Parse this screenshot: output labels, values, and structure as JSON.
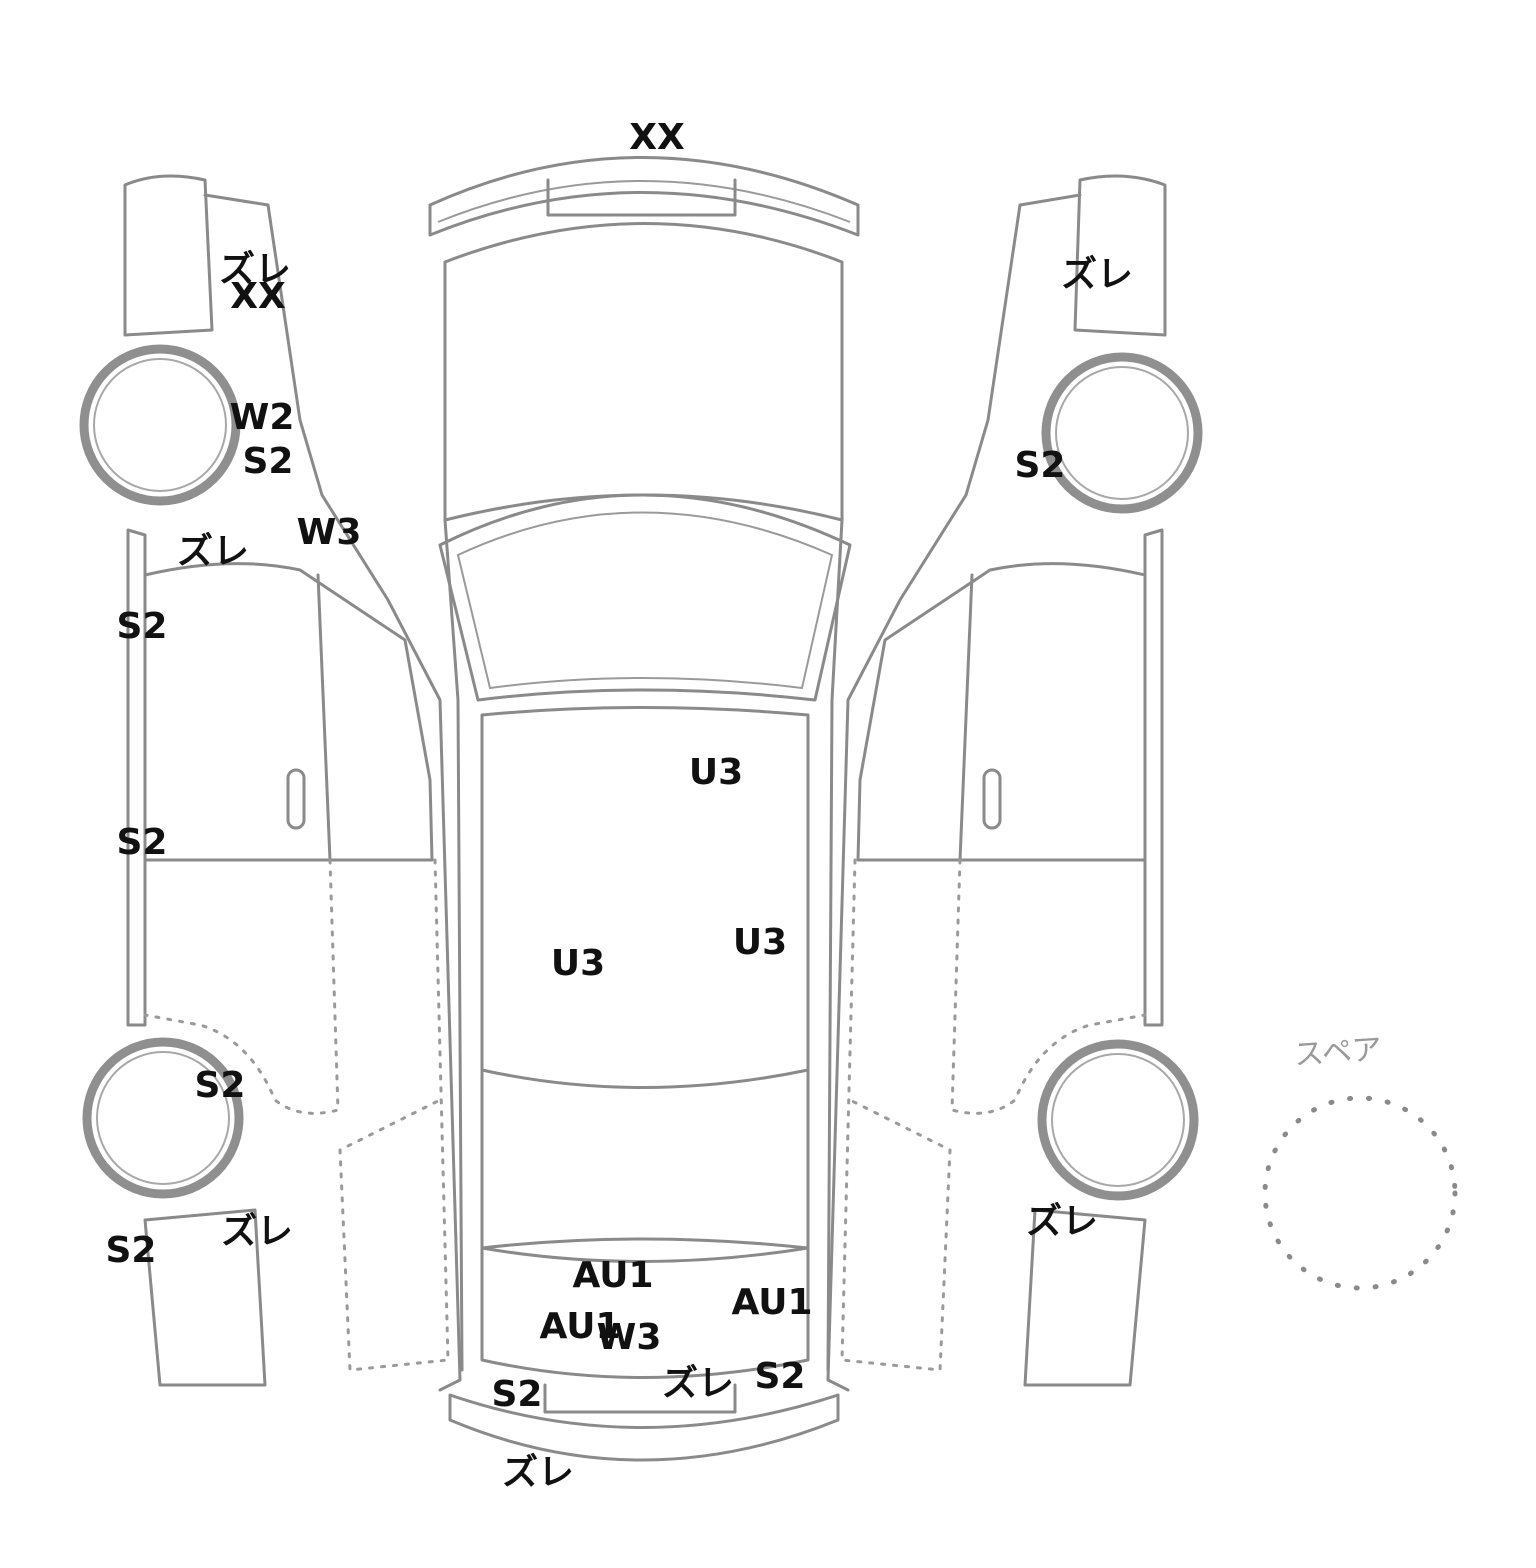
{
  "diagram": {
    "spare_label": "スペア"
  },
  "marks": {
    "top_xx": "XX",
    "left_fender_zure": "ズレ",
    "left_fender_xx": "XX",
    "left_front_wheel_w2": "W2",
    "left_front_wheel_s2": "S2",
    "left_pillar_w3": "W3",
    "left_door_top_zure": "ズレ",
    "left_front_door_s2": "S2",
    "left_rear_door_s2": "S2",
    "left_rear_wheel_s2": "S2",
    "left_rear_bumper_s2": "S2",
    "left_rear_zure": "ズレ",
    "right_fender_zure": "ズレ",
    "right_front_wheel_s2": "S2",
    "right_rear_zure": "ズレ",
    "roof_u3_upper": "U3",
    "roof_u3_left": "U3",
    "roof_u3_right": "U3",
    "trunk_au1_top": "AU1",
    "trunk_au1_left": "AU1",
    "trunk_w3": "W3",
    "trunk_au1_right": "AU1",
    "rear_s2_left": "S2",
    "rear_zure_mid": "ズレ",
    "rear_s2_right": "S2",
    "rear_bumper_zure": "ズレ"
  }
}
